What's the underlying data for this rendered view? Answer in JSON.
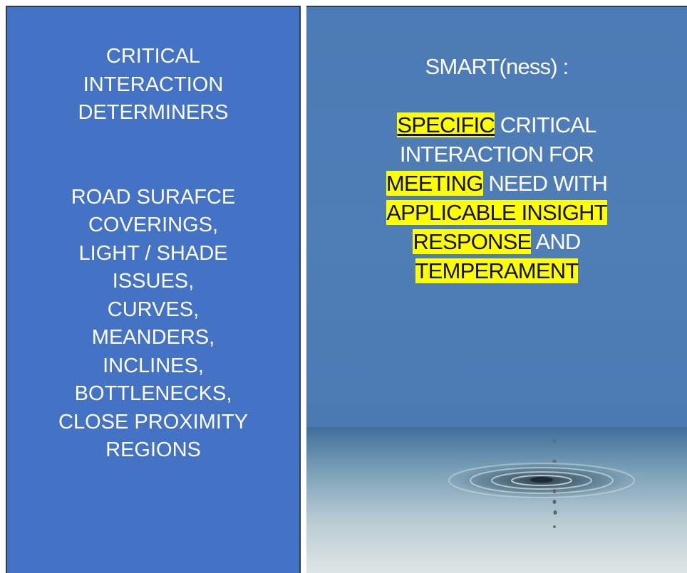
{
  "left": {
    "heading_lines": [
      "CRITICAL",
      "INTERACTION",
      "DETERMINERS"
    ],
    "body_lines": [
      "ROAD SURAFCE",
      "COVERINGS,",
      "LIGHT / SHADE",
      "ISSUES,",
      "CURVES,",
      "MEANDERS,",
      "INCLINES,",
      "BOTTLENECKS,",
      "CLOSE PROXIMITY",
      "REGIONS"
    ]
  },
  "right": {
    "title": "SMART(ness) :",
    "line1_hl": "SPECIFIC",
    "line1_rest": " CRITICAL",
    "line2": "INTERACTION FOR",
    "line3_hl": "MEETING",
    "line3_rest": " NEED WITH",
    "line4": "APPLICABLE  INSIGHT",
    "line5_hl": "RESPONSE",
    "line5_rest": " AND",
    "line6": "TEMPERAMENT"
  },
  "colors": {
    "left_panel": "#4472c4",
    "right_panel": "#4f7eb7",
    "highlight": "#ffff00"
  }
}
